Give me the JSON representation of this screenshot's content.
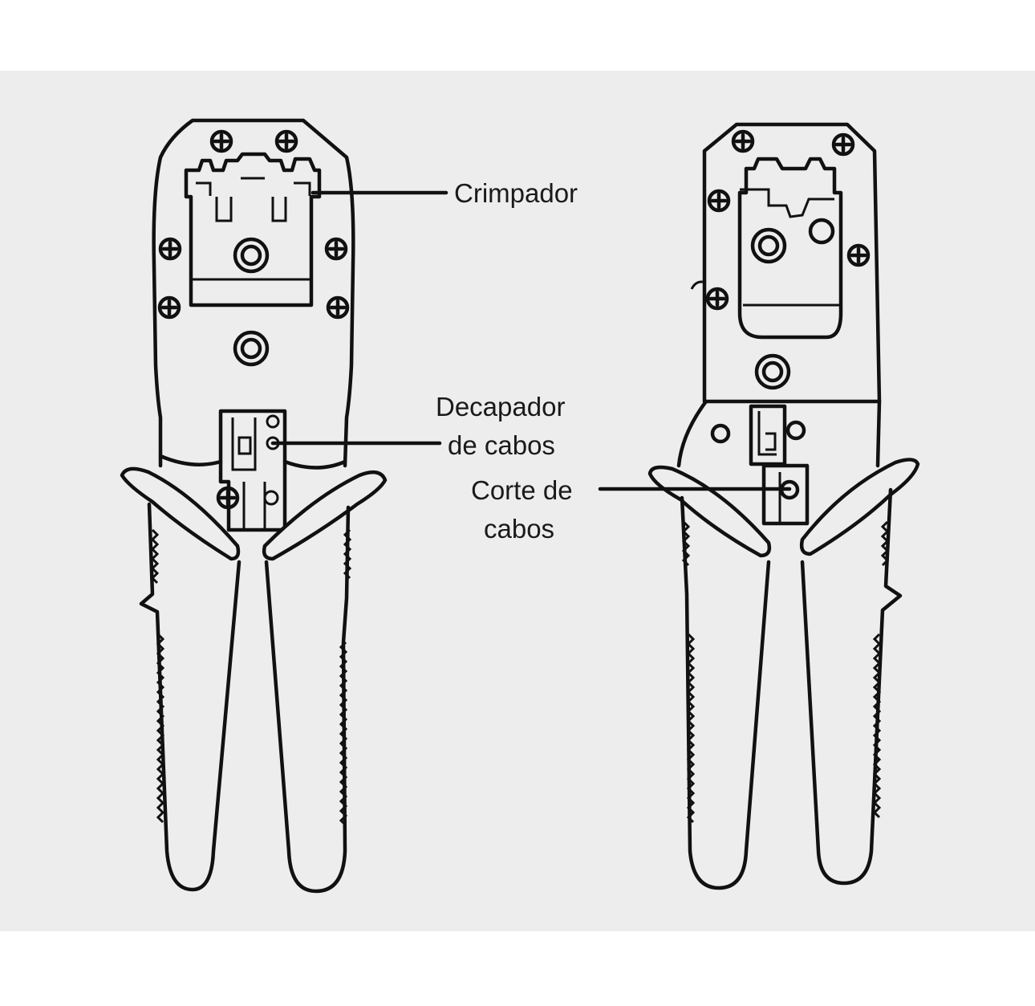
{
  "labels": {
    "crimper": "Crimpador",
    "stripper_line1": "Decapador",
    "stripper_line2": "de cabos",
    "cutter_line1": "Corte de",
    "cutter_line2": "cabos"
  },
  "colors": {
    "background": "#ffffff",
    "panel": "#ededed",
    "ink": "#111111"
  }
}
